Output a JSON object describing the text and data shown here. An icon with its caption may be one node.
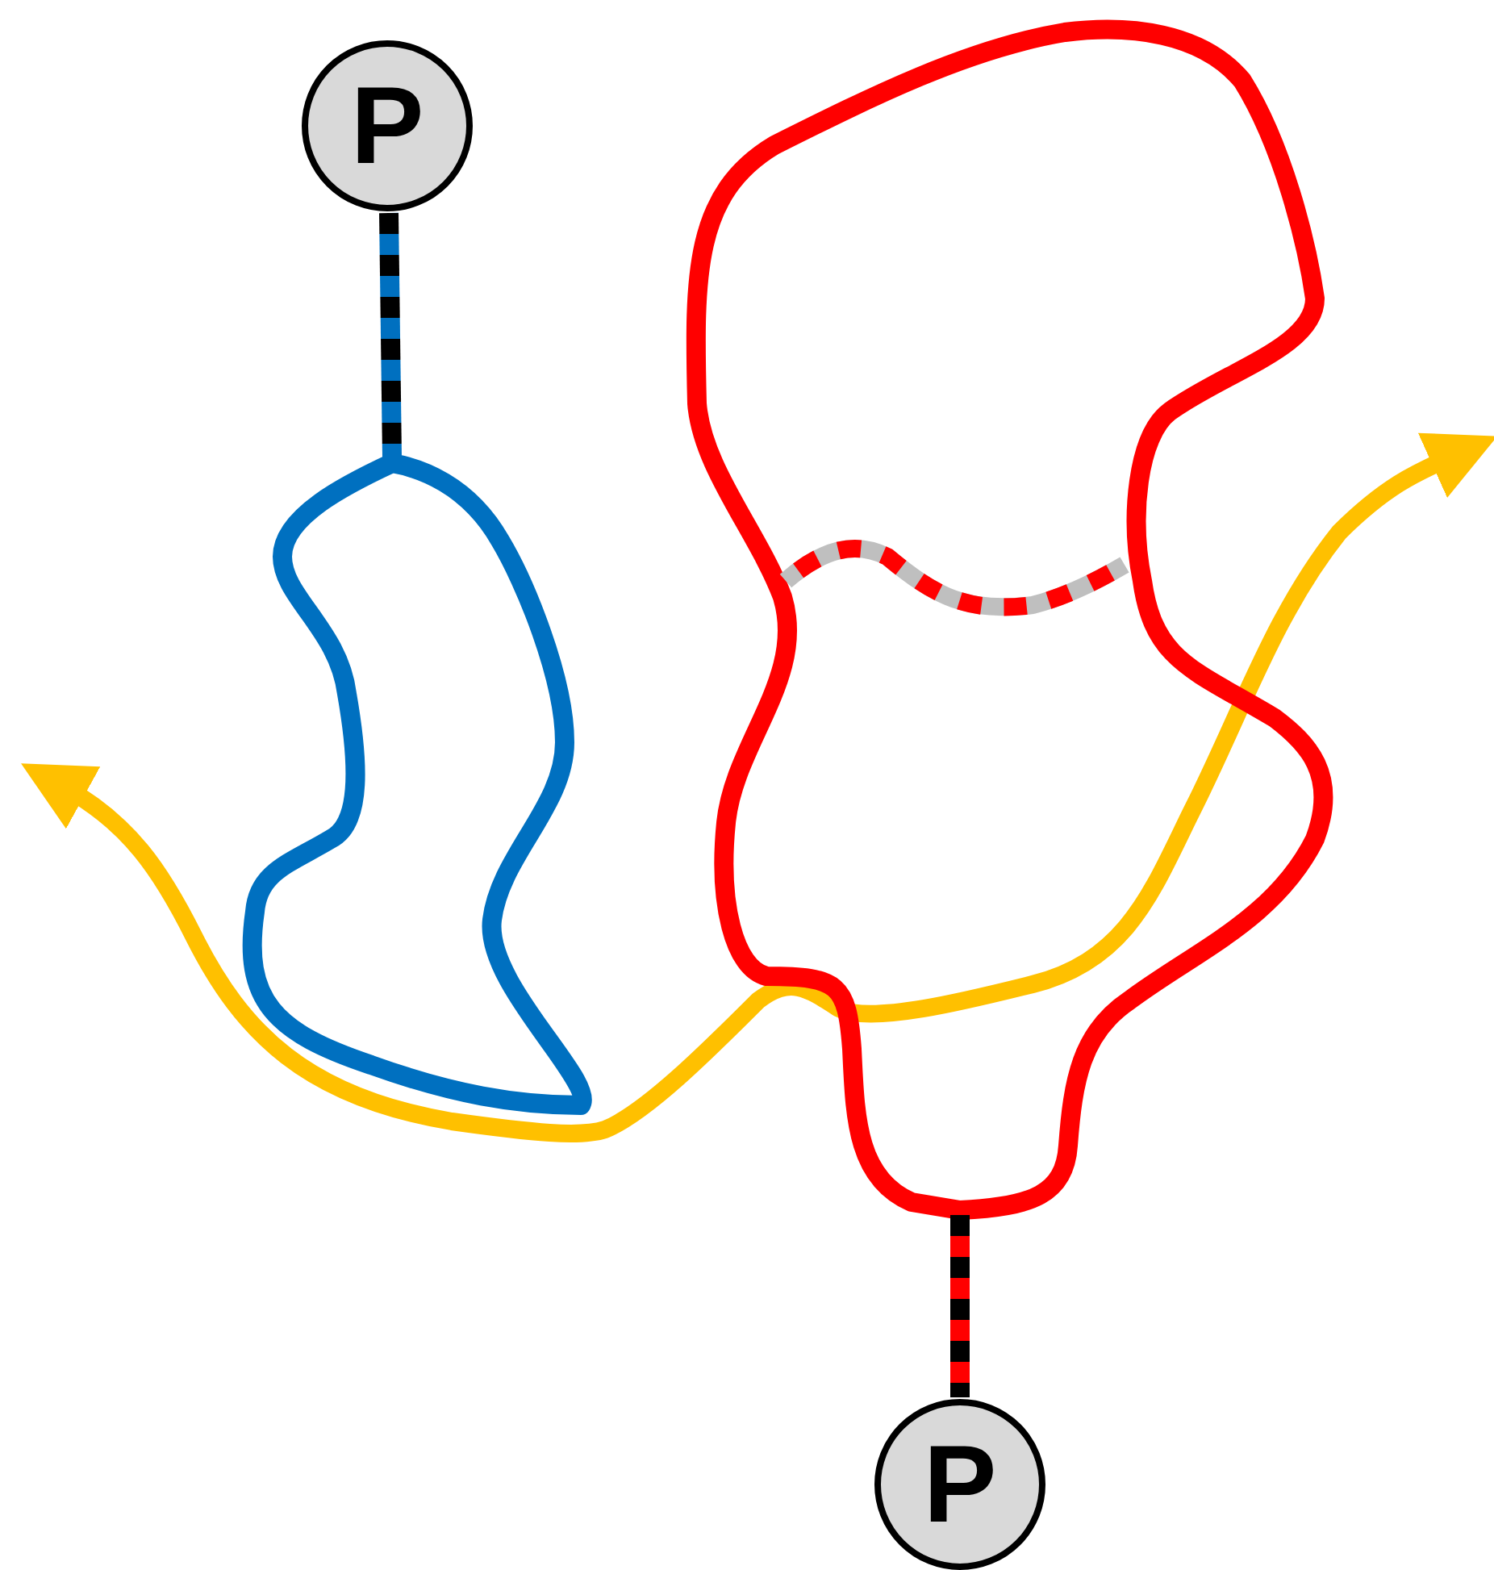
{
  "diagram": {
    "nodes": [
      {
        "text": [
          "P"
        ]
      },
      {
        "text": [
          "P"
        ]
      },
      {
        "text": [],
        "shape": "loop"
      },
      {
        "text": [],
        "shape": "loop"
      }
    ],
    "edges": [
      {
        "from": 0,
        "to": 2,
        "arrow": "none",
        "style": "dashed",
        "color": "#0070c0"
      },
      {
        "from": 3,
        "to": 1,
        "arrow": "none",
        "style": "dashed",
        "color": "#ff0000"
      }
    ]
  }
}
